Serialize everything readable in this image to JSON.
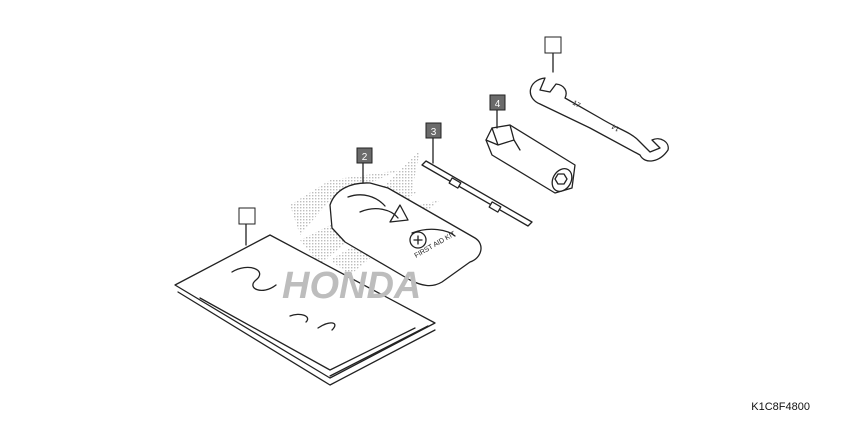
{
  "diagram": {
    "code": "K1C8F4800",
    "watermark": "HONDA",
    "callouts": [
      {
        "label": "",
        "part": "wrench",
        "filled": false
      },
      {
        "label": "4",
        "part": "plug-wrench",
        "filled": true
      },
      {
        "label": "3",
        "part": "screwdriver",
        "filled": true
      },
      {
        "label": "2",
        "part": "first-aid-kit",
        "filled": true
      },
      {
        "label": "",
        "part": "manual-bag",
        "filled": false
      }
    ],
    "kit_text": "FIRST AID KIT",
    "wrench_sizes": [
      "17",
      "14"
    ],
    "colors": {
      "callout_fill": "#6b6b6b",
      "watermark": "#bdbdbd",
      "line": "#222222"
    }
  }
}
